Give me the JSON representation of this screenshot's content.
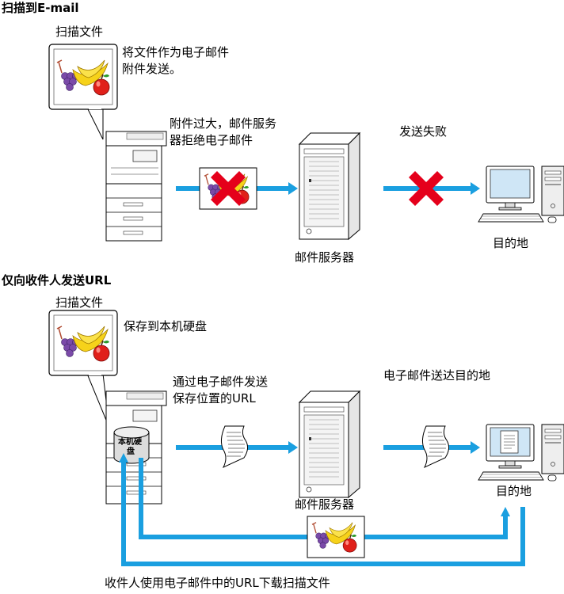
{
  "section1": {
    "heading": "扫描到E-mail",
    "scan_file_label": "扫描文件",
    "callout_line1": "将文件作为电子邮件",
    "callout_line2": "附件发送。",
    "reject_line1": "附件过大，邮件服务",
    "reject_line2": "器拒绝电子邮件",
    "fail_label": "发送失败",
    "server_label": "邮件服务器",
    "destination_label": "目的地"
  },
  "section2": {
    "heading": "仅向收件人发送URL",
    "scan_file_label": "扫描文件",
    "callout_line1": "保存到本机硬盘",
    "hdd_line1": "本机硬",
    "hdd_line2": "盘",
    "url_line1": "通过电子邮件发送",
    "url_line2": "保存位置的URL",
    "arrive_label": "电子邮件送达目的地",
    "server_label": "邮件服务器",
    "destination_label": "目的地",
    "download_caption": "收件人使用电子邮件中的URL下载扫描文件"
  },
  "colors": {
    "arrow": "#1a9fe0",
    "cross": "#e5001b",
    "line": "#000000",
    "machine_fill": "#ffffff"
  },
  "icons": [
    "printer-icon",
    "server-icon",
    "computer-icon",
    "cross-icon",
    "document-icon",
    "fruit-image-icon",
    "hard-disk-icon"
  ]
}
